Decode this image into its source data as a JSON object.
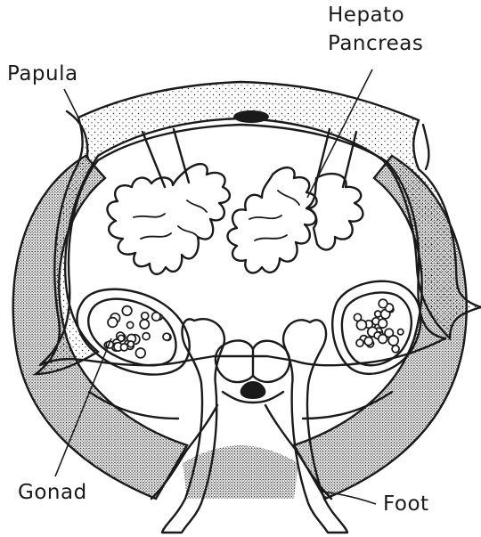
{
  "labels": {
    "hepato_line1": "Hepato",
    "hepato_line2": "Pancreas",
    "papula": "Papula",
    "gonad": "Gonad",
    "foot": "Foot"
  },
  "colors": {
    "ink": "#1a1a1a",
    "background": "#ffffff"
  }
}
